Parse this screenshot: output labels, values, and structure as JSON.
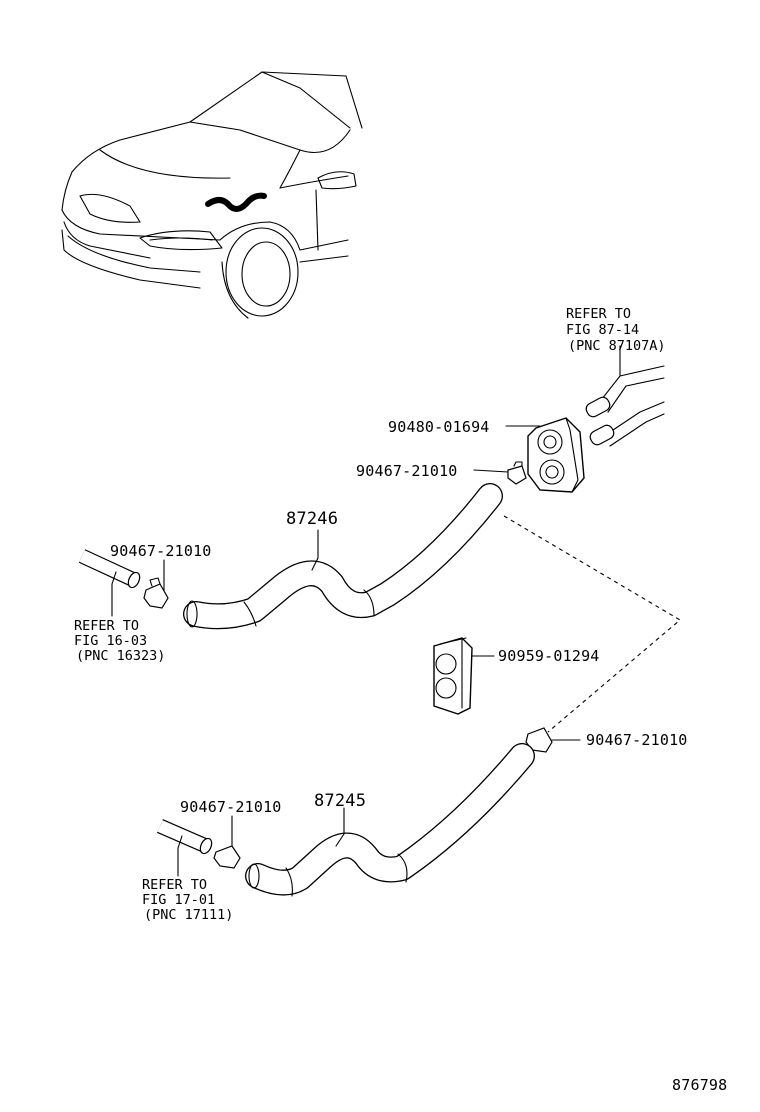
{
  "diagram_id": "876798",
  "callouts": {
    "hose_upper": "87246",
    "hose_lower": "87245",
    "grommet": "90480-01694",
    "clip_grommet": "90467-21010",
    "clip_upper_left": "90467-21010",
    "clamp": "90959-01294",
    "clip_lower_right": "90467-21010",
    "clip_lower_left": "90467-21010"
  },
  "references": {
    "top_right": {
      "line1": "REFER TO",
      "line2": "FIG 87-14",
      "line3": "(PNC 87107A)"
    },
    "middle_left": {
      "line1": "REFER TO",
      "line2": "FIG 16-03",
      "line3": "(PNC 16323)"
    },
    "bottom_left": {
      "line1": "REFER TO",
      "line2": "FIG 17-01",
      "line3": "(PNC 17111)"
    }
  }
}
